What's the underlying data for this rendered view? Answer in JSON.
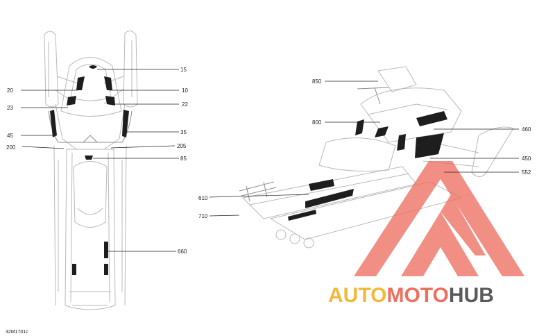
{
  "figure_id": "32M1701c",
  "callouts_left": [
    "15",
    "20",
    "10",
    "23",
    "22",
    "45",
    "35",
    "200",
    "205",
    "85",
    "660"
  ],
  "callouts_right": [
    "850",
    "800",
    "460",
    "450",
    "552",
    "610",
    "710"
  ],
  "watermark": {
    "part1": "AUTO",
    "part2": "MOTO",
    "part3": "HUB",
    "color1": "#f2b83a",
    "color2": "#ef6e5e",
    "color3": "#5a5a5a",
    "logo_color": "#ee6a5c"
  }
}
